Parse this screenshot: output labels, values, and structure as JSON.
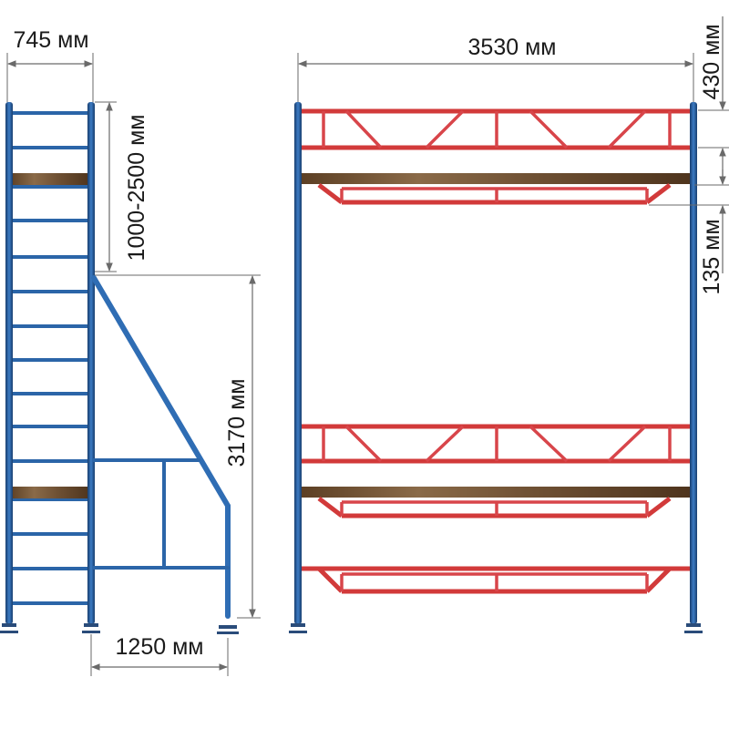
{
  "dimensions": {
    "ladder_width": "745 мм",
    "ladder_step_spacing": "1000-2500 мм",
    "side_height": "3170 мм",
    "outrigger_depth": "1250 мм",
    "total_length": "3530 мм",
    "truss_height": "430 мм",
    "deck_offset": "135 мм"
  },
  "colors": {
    "frame": "#1f4f8f",
    "truss": "#d23a3a",
    "plank": "#7a5a3a"
  }
}
